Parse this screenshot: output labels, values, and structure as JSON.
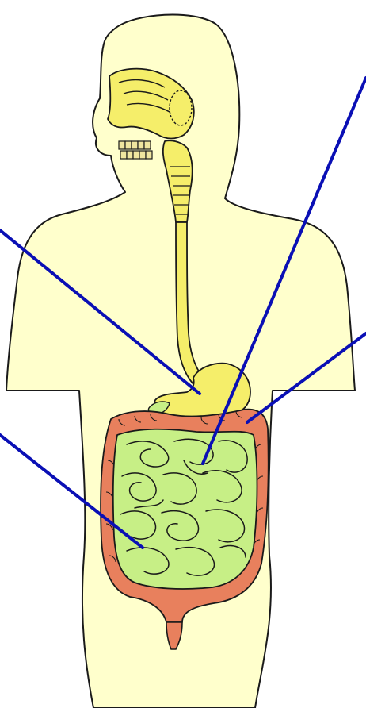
{
  "diagram": {
    "labels": [],
    "colors": {
      "background": "#ffffff",
      "body_fill": "#ffffcc",
      "outline": "#1a1a1a",
      "digestive_tract": "#f5ee6a",
      "small_intestine": "#c7ef86",
      "large_intestine": "#e8805d",
      "pointer_line": "#0a0fb5"
    },
    "parts": [
      "body-silhouette",
      "oral-nasal-cavity",
      "teeth",
      "pharynx",
      "esophagus",
      "stomach",
      "pancreas",
      "large-intestine",
      "small-intestine",
      "rectum"
    ],
    "pointer_count": 4
  }
}
